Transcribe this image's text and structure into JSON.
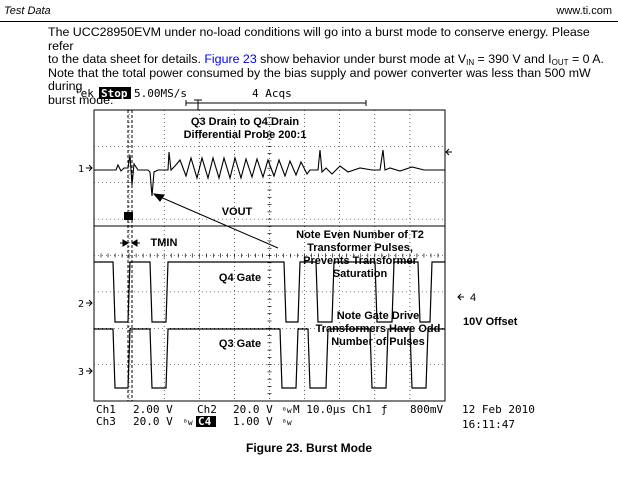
{
  "header": {
    "left": "Test Data",
    "right": "www.ti.com"
  },
  "paragraph": {
    "line1": "The UCC28950EVM under no-load conditions will go into a burst mode to conserve energy. Please refer",
    "line2_a": "to the data sheet for details. ",
    "line2_link": "Figure 23",
    "line2_b": " show behavior under burst mode at V",
    "line2_sub1": "IN",
    "line2_c": " = 390 V and I",
    "line2_sub2": "OUT",
    "line2_d": " = 0 A.",
    "line3": "Note that the total power consumed by the bias supply and power converter was less than 500 mW during",
    "line4": "burst mode."
  },
  "scope": {
    "top_pre": "ᵀek",
    "mode": "Stop",
    "rate": "5.00MS/s",
    "acqs": "4 Acqs",
    "ch1_marker": "1",
    "ch2_marker": "2",
    "ch3_marker": "3",
    "right_marker_label": "4",
    "ann_probe_1": "Q3 Drain to Q4 Drain",
    "ann_probe_2": "Differential Probe 200:1",
    "ann_vout": "VOUT",
    "ann_tmin": "TMIN",
    "ann_q4": "Q4 Gate",
    "ann_q3": "Q3 Gate",
    "ann_even_1": "Note Even Number of T2",
    "ann_even_2": "Transformer Pulses,",
    "ann_even_3": "Prevents Transformer",
    "ann_even_4": "Saturation",
    "ann_odd_1": "Note Gate Drive",
    "ann_odd_2": "Transformers Have Odd",
    "ann_odd_3": "Number of Pulses",
    "ann_offset": "10V Offset",
    "readout": {
      "ch1": "Ch1",
      "ch1_val": "2.00 V",
      "ch2": "Ch2",
      "ch2_val": "20.0 V",
      "bw": "ᴮw",
      "time": "M 10.0µs",
      "trig_ch": "Ch1",
      "trig_sym": "ƒ",
      "trig_val": "800mV",
      "ch3": "Ch3",
      "ch3_val": "20.0 V",
      "bw2": "ᴮw",
      "c4": "C4",
      "c4_val": "1.00 V",
      "bw3": "ᴮw"
    },
    "date": "12 Feb 2010",
    "clock": "16:11:47"
  },
  "caption": "Figure 23. Burst Mode"
}
